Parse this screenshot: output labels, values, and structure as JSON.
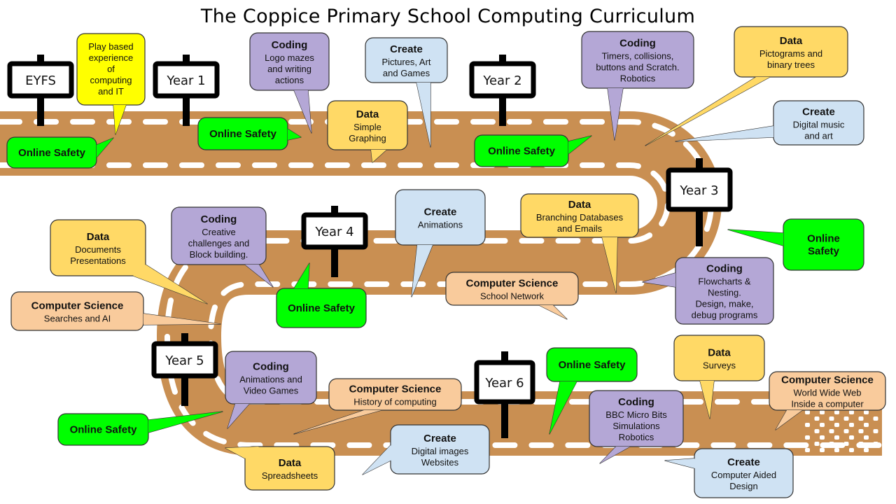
{
  "title": "The Coppice Primary School Computing Curriculum",
  "colors": {
    "road": "#c98f52",
    "road_dash": "#ffffff",
    "coding": "#b4a7d6",
    "data": "#ffd966",
    "create": "#cfe2f3",
    "computer_science": "#f9cb9c",
    "online_safety": "#00ff00",
    "eyfs_play": "#ffff00",
    "outline": "#333333"
  },
  "signs": [
    {
      "name": "sign-eyfs",
      "label": "EYFS"
    },
    {
      "name": "sign-year-1",
      "label": "Year 1"
    },
    {
      "name": "sign-year-2",
      "label": "Year 2"
    },
    {
      "name": "sign-year-3",
      "label": "Year 3"
    },
    {
      "name": "sign-year-4",
      "label": "Year 4"
    },
    {
      "name": "sign-year-5",
      "label": "Year 5"
    },
    {
      "name": "sign-year-6",
      "label": "Year 6"
    }
  ],
  "bubbles": [
    {
      "name": "bubble-eyfs-play",
      "category": "eyfs_play",
      "title": "",
      "lines": [
        "Play based",
        "experience",
        "of",
        "computing",
        "and IT"
      ]
    },
    {
      "name": "bubble-eyfs-online-safety",
      "category": "online_safety",
      "title": "Online Safety",
      "lines": []
    },
    {
      "name": "bubble-y1-online-safety",
      "category": "online_safety",
      "title": "Online Safety",
      "lines": []
    },
    {
      "name": "bubble-y1-coding",
      "category": "coding",
      "title": "Coding",
      "lines": [
        "Logo mazes",
        "and writing",
        "actions"
      ]
    },
    {
      "name": "bubble-y1-data",
      "category": "data",
      "title": "Data",
      "lines": [
        "Simple",
        "Graphing"
      ]
    },
    {
      "name": "bubble-y1-create",
      "category": "create",
      "title": "Create",
      "lines": [
        "Pictures, Art",
        "and Games"
      ]
    },
    {
      "name": "bubble-y2-online-safety",
      "category": "online_safety",
      "title": "Online Safety",
      "lines": []
    },
    {
      "name": "bubble-y2-coding",
      "category": "coding",
      "title": "Coding",
      "lines": [
        "Timers, collisions,",
        "buttons and Scratch.",
        "Robotics"
      ]
    },
    {
      "name": "bubble-y2-data",
      "category": "data",
      "title": "Data",
      "lines": [
        "Pictograms and",
        "binary trees"
      ]
    },
    {
      "name": "bubble-y2-create",
      "category": "create",
      "title": "Create",
      "lines": [
        "Digital music",
        "and art"
      ]
    },
    {
      "name": "bubble-y3-online-safety",
      "category": "online_safety",
      "title": "Online",
      "lines": [
        "Safety"
      ]
    },
    {
      "name": "bubble-y3-coding",
      "category": "coding",
      "title": "Coding",
      "lines": [
        "Flowcharts &",
        "Nesting.",
        "Design, make,",
        "debug programs"
      ]
    },
    {
      "name": "bubble-y3-data",
      "category": "data",
      "title": "Data",
      "lines": [
        "Branching Databases",
        "and Emails"
      ]
    },
    {
      "name": "bubble-y3-computer-science",
      "category": "computer_science",
      "title": "Computer Science",
      "lines": [
        "School Network"
      ]
    },
    {
      "name": "bubble-y3-create",
      "category": "create",
      "title": "Create",
      "lines": [
        "Animations"
      ]
    },
    {
      "name": "bubble-y4-online-safety",
      "category": "online_safety",
      "title": "Online Safety",
      "lines": []
    },
    {
      "name": "bubble-y4-coding",
      "category": "coding",
      "title": "Coding",
      "lines": [
        "Creative",
        "challenges and",
        "Block building."
      ]
    },
    {
      "name": "bubble-y4-data",
      "category": "data",
      "title": "Data",
      "lines": [
        "Documents",
        "Presentations"
      ]
    },
    {
      "name": "bubble-y4-computer-science",
      "category": "computer_science",
      "title": "Computer Science",
      "lines": [
        "Searches and AI"
      ]
    },
    {
      "name": "bubble-y5-coding",
      "category": "coding",
      "title": "Coding",
      "lines": [
        "Animations  and",
        "Video Games"
      ]
    },
    {
      "name": "bubble-y5-online-safety",
      "category": "online_safety",
      "title": "Online Safety",
      "lines": []
    },
    {
      "name": "bubble-y5-data",
      "category": "data",
      "title": "Data",
      "lines": [
        "Spreadsheets"
      ]
    },
    {
      "name": "bubble-y5-computer-science",
      "category": "computer_science",
      "title": "Computer Science",
      "lines": [
        "History of computing"
      ]
    },
    {
      "name": "bubble-y5-create",
      "category": "create",
      "title": "Create",
      "lines": [
        "Digital images",
        "Websites"
      ]
    },
    {
      "name": "bubble-y6-online-safety",
      "category": "online_safety",
      "title": "Online Safety",
      "lines": []
    },
    {
      "name": "bubble-y6-coding",
      "category": "coding",
      "title": "Coding",
      "lines": [
        "BBC Micro Bits",
        "Simulations",
        "Robotics"
      ]
    },
    {
      "name": "bubble-y6-data",
      "category": "data",
      "title": "Data",
      "lines": [
        "Surveys"
      ]
    },
    {
      "name": "bubble-y6-computer-science",
      "category": "computer_science",
      "title": "Computer Science",
      "lines": [
        "World Wide Web",
        "Inside a computer"
      ]
    },
    {
      "name": "bubble-y6-create",
      "category": "create",
      "title": "Create",
      "lines": [
        "Computer Aided",
        "Design"
      ]
    }
  ]
}
